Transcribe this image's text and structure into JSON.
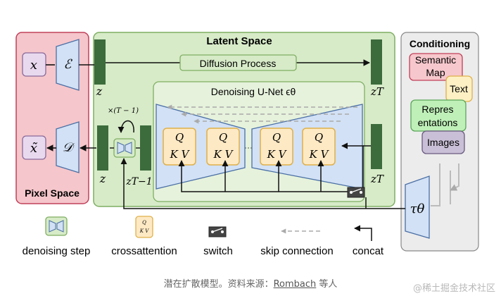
{
  "sections": {
    "latent_space": "Latent Space",
    "pixel_space": "Pixel Space",
    "conditioning": "Conditioning",
    "denoising_unet": "Denoising U-Net ϵθ"
  },
  "process": {
    "diffusion": "Diffusion Process"
  },
  "symbols": {
    "x": "x",
    "x_tilde": "x̃",
    "encoder": "ℰ",
    "decoder": "𝒟",
    "z_top": "z",
    "z_bottom": "z",
    "zT_top": "zT",
    "zT_bottom": "zT",
    "zT_minus_1": "zT−1",
    "repeat": "×(T − 1)",
    "tau_theta": "τθ",
    "q": "Q",
    "kv": "K V"
  },
  "conditioning_items": {
    "semantic_map": [
      "Semantic",
      "Map"
    ],
    "text": "Text",
    "representations": [
      "Repres",
      "entations"
    ],
    "images": "Images"
  },
  "legend": {
    "denoising_step": "denoising step",
    "crossattention": "crossattention",
    "switch": "switch",
    "skip_connection": "skip connection",
    "concat": "concat"
  },
  "caption": {
    "prefix": "潜在扩散模型。资料来源：",
    "link": "Rombach",
    "suffix": " 等人"
  },
  "watermark": "@稀土掘金技术社区",
  "colors": {
    "pixel_bg": "#f5c6cb",
    "pixel_border": "#c0405a",
    "latent_bg": "#d7ebc8",
    "latent_border": "#7fae62",
    "conditioning_bg": "#ececec",
    "dark_green": "#3c6b3c",
    "unet_blue": "#d2e1f5",
    "attention_bg": "#fde9c4",
    "attention_border": "#e0b04a"
  }
}
